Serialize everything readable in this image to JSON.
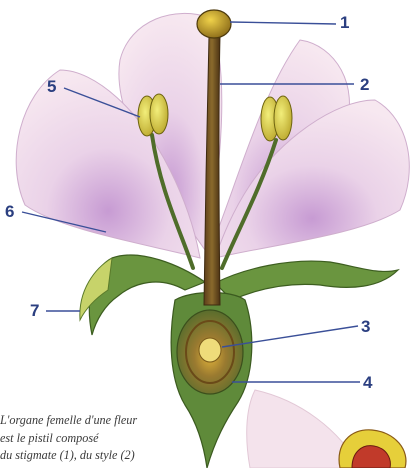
{
  "labels": {
    "l1": "1",
    "l2": "2",
    "l3": "3",
    "l4": "4",
    "l5": "5",
    "l6": "6",
    "l7": "7"
  },
  "caption": {
    "line1": "L'organe femelle d'une fleur",
    "line2": "est le pistil composé",
    "line3": "du stigmate (1), du style (2)"
  },
  "colors": {
    "label": "#2b3f80",
    "leader_line": "#3a4f98",
    "petal": "#f2d6e6",
    "sepal": "#5f8a3a"
  }
}
